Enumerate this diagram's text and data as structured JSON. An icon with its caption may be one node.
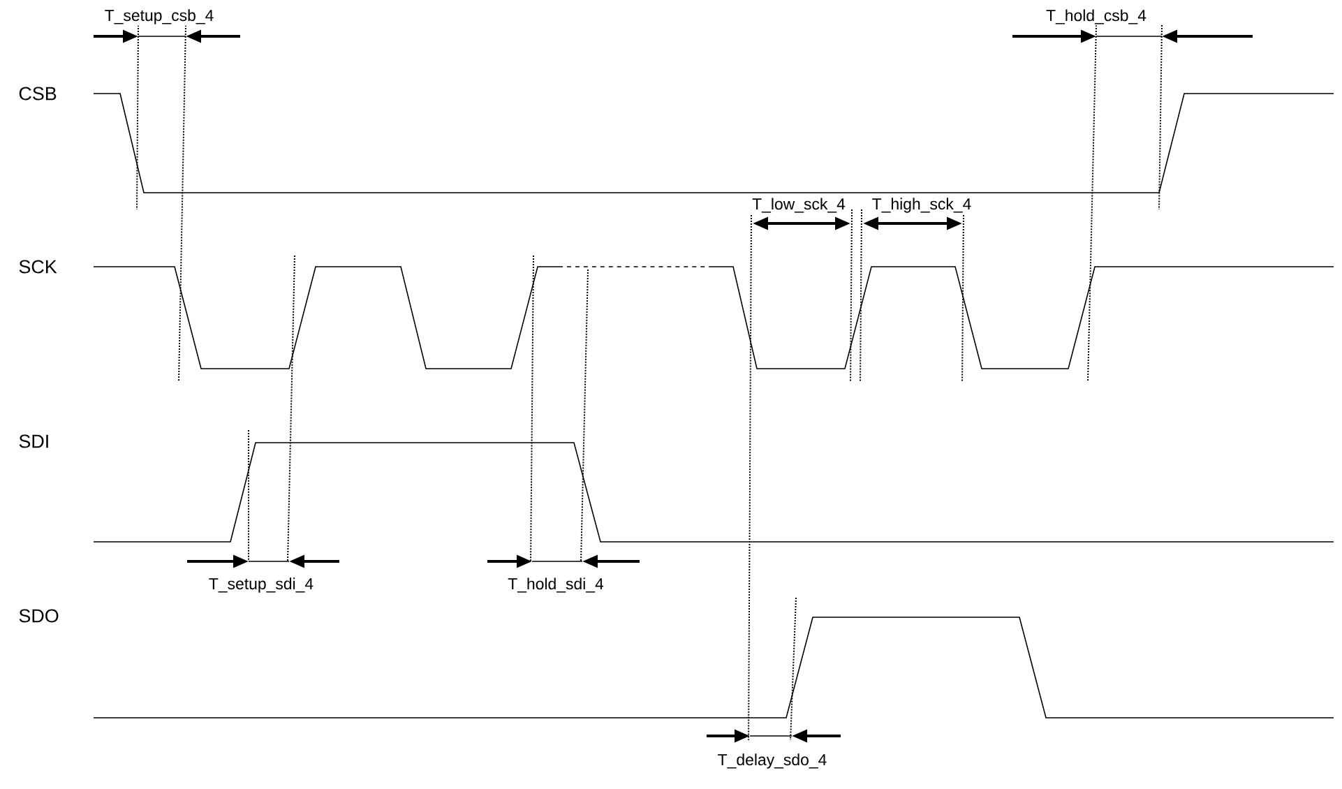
{
  "diagram": {
    "labels": [
      "T_setup_csb_4",
      "T_hold_csb_4",
      "CSB",
      "T_low_sck_4",
      "T_high_sck_4",
      "SCK",
      "SDI",
      "T_setup_sdi_4",
      "T_hold_sdi_4",
      "SDO",
      "T_delay_sdo_4"
    ]
  }
}
